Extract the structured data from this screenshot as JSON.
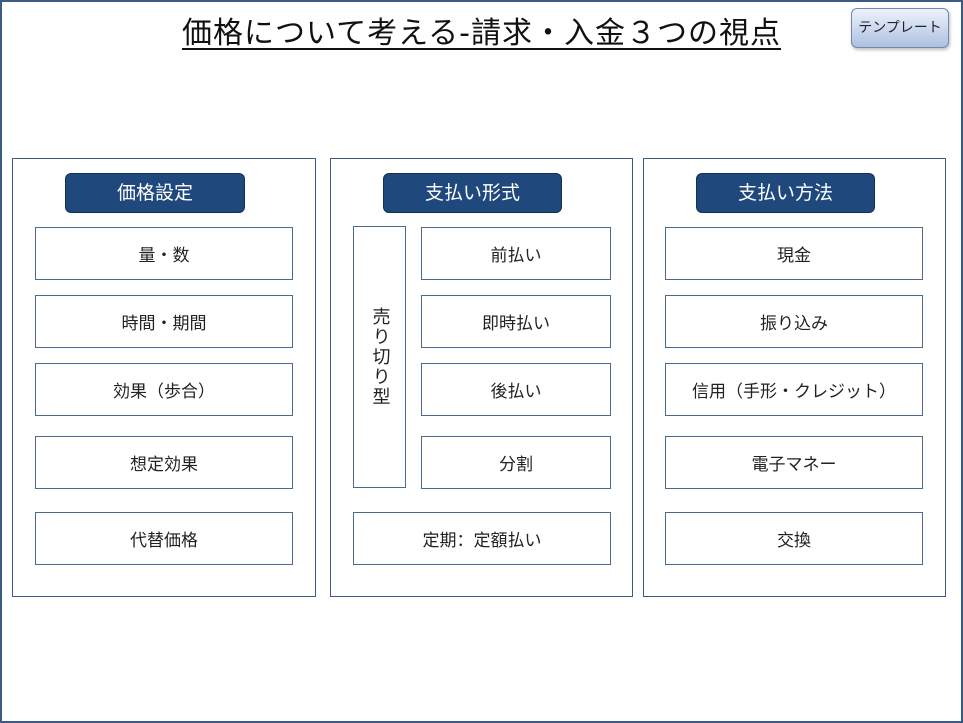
{
  "title": "価格について考える-請求・入金３つの視点",
  "template_button": "テンプレート",
  "panels": [
    {
      "header": "価格設定",
      "items": [
        "量・数",
        "時間・期間",
        "効果（歩合）",
        "想定効果",
        "代替価格"
      ]
    },
    {
      "header": "支払い形式",
      "vertical_label": "売り切り型",
      "items": [
        "前払い",
        "即時払い",
        "後払い",
        "分割"
      ],
      "bottom": "定期：定額払い"
    },
    {
      "header": "支払い方法",
      "items": [
        "現金",
        "振り込み",
        "信用（手形・クレジット）",
        "電子マネー",
        "交換"
      ]
    }
  ],
  "colors": {
    "header_bg": "#1f497d",
    "border": "#3d5a80",
    "button_gradient_top": "#eef3fb",
    "button_gradient_bottom": "#aebfdf"
  }
}
